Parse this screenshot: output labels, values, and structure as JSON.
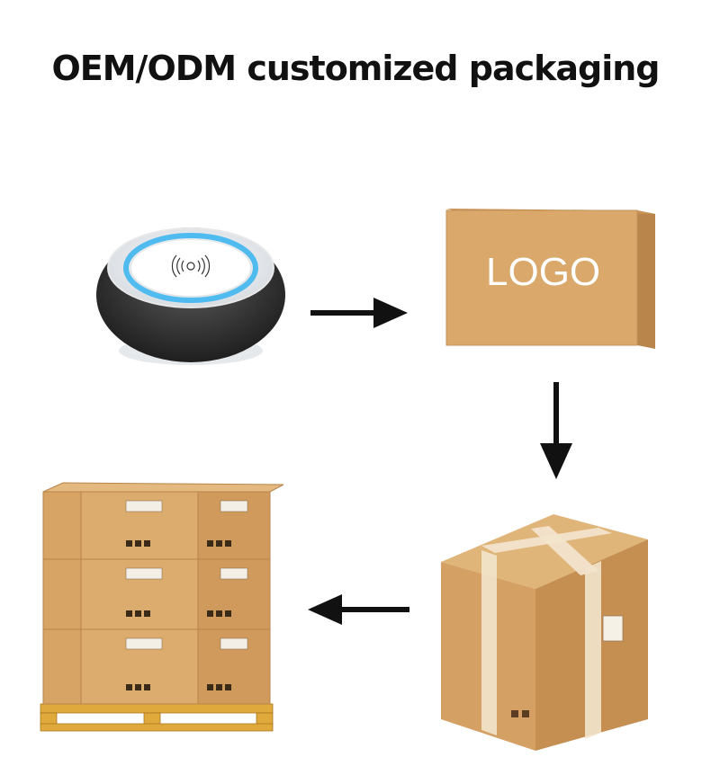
{
  "title": "OEM/ODM customized packaging",
  "logo_box": {
    "label": "LOGO"
  },
  "flow_steps": [
    "wireless-charger-product",
    "logo-printed-box",
    "taped-shipping-carton",
    "palletized-cartons"
  ],
  "colors": {
    "cardboard": "#d9a86a",
    "cardboard_dark": "#b9854a",
    "tape": "#f2e4cc",
    "arrow": "#111111",
    "ring_blue": "#3fb6f0"
  }
}
